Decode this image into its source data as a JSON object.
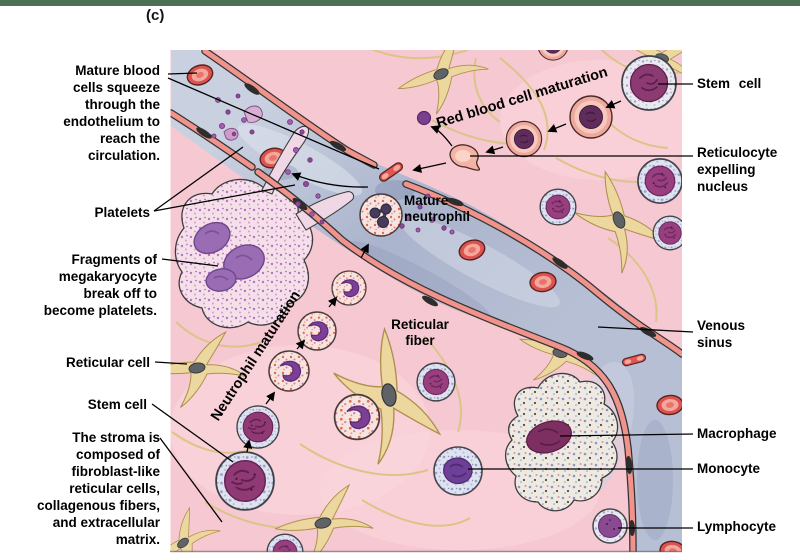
{
  "figure": {
    "panel_label": "(c)"
  },
  "colors": {
    "top_bar": "#4c7254",
    "stroma_pink": "#f6c8d2",
    "sinus_blue": "#aab4cc",
    "endothelium_salmon": "#f0938c",
    "reticular_tan": "#ecd79e",
    "nucleus_purple": "#8c3b72",
    "label_text": "#000000"
  },
  "labels": {
    "left": {
      "mature_blood": "Mature blood cells squeeze through the endothelium to reach the circulation.",
      "platelets": "Platelets",
      "fragments": "Fragments of megakaryocyte break off to become platelets.",
      "reticular_cell": "Reticular cell",
      "stem_cell": "Stem cell",
      "stroma": "The stroma is composed of fibroblast-like reticular cells, collagenous fibers, and extracellular matrix."
    },
    "right": {
      "stem_cell": "Stem cell",
      "reticulocyte": "Reticulocyte expelling nucleus",
      "venous_sinus": "Venous sinus",
      "macrophage": "Macrophage",
      "monocyte": "Monocyte",
      "lymphocyte": "Lymphocyte"
    },
    "inner": {
      "rbc_maturation": "Red blood cell maturation",
      "mature_neutrophil": "Mature neutrophil",
      "neutrophil_maturation": "Neutrophil maturation",
      "reticular_fiber": "Reticular fiber"
    }
  }
}
